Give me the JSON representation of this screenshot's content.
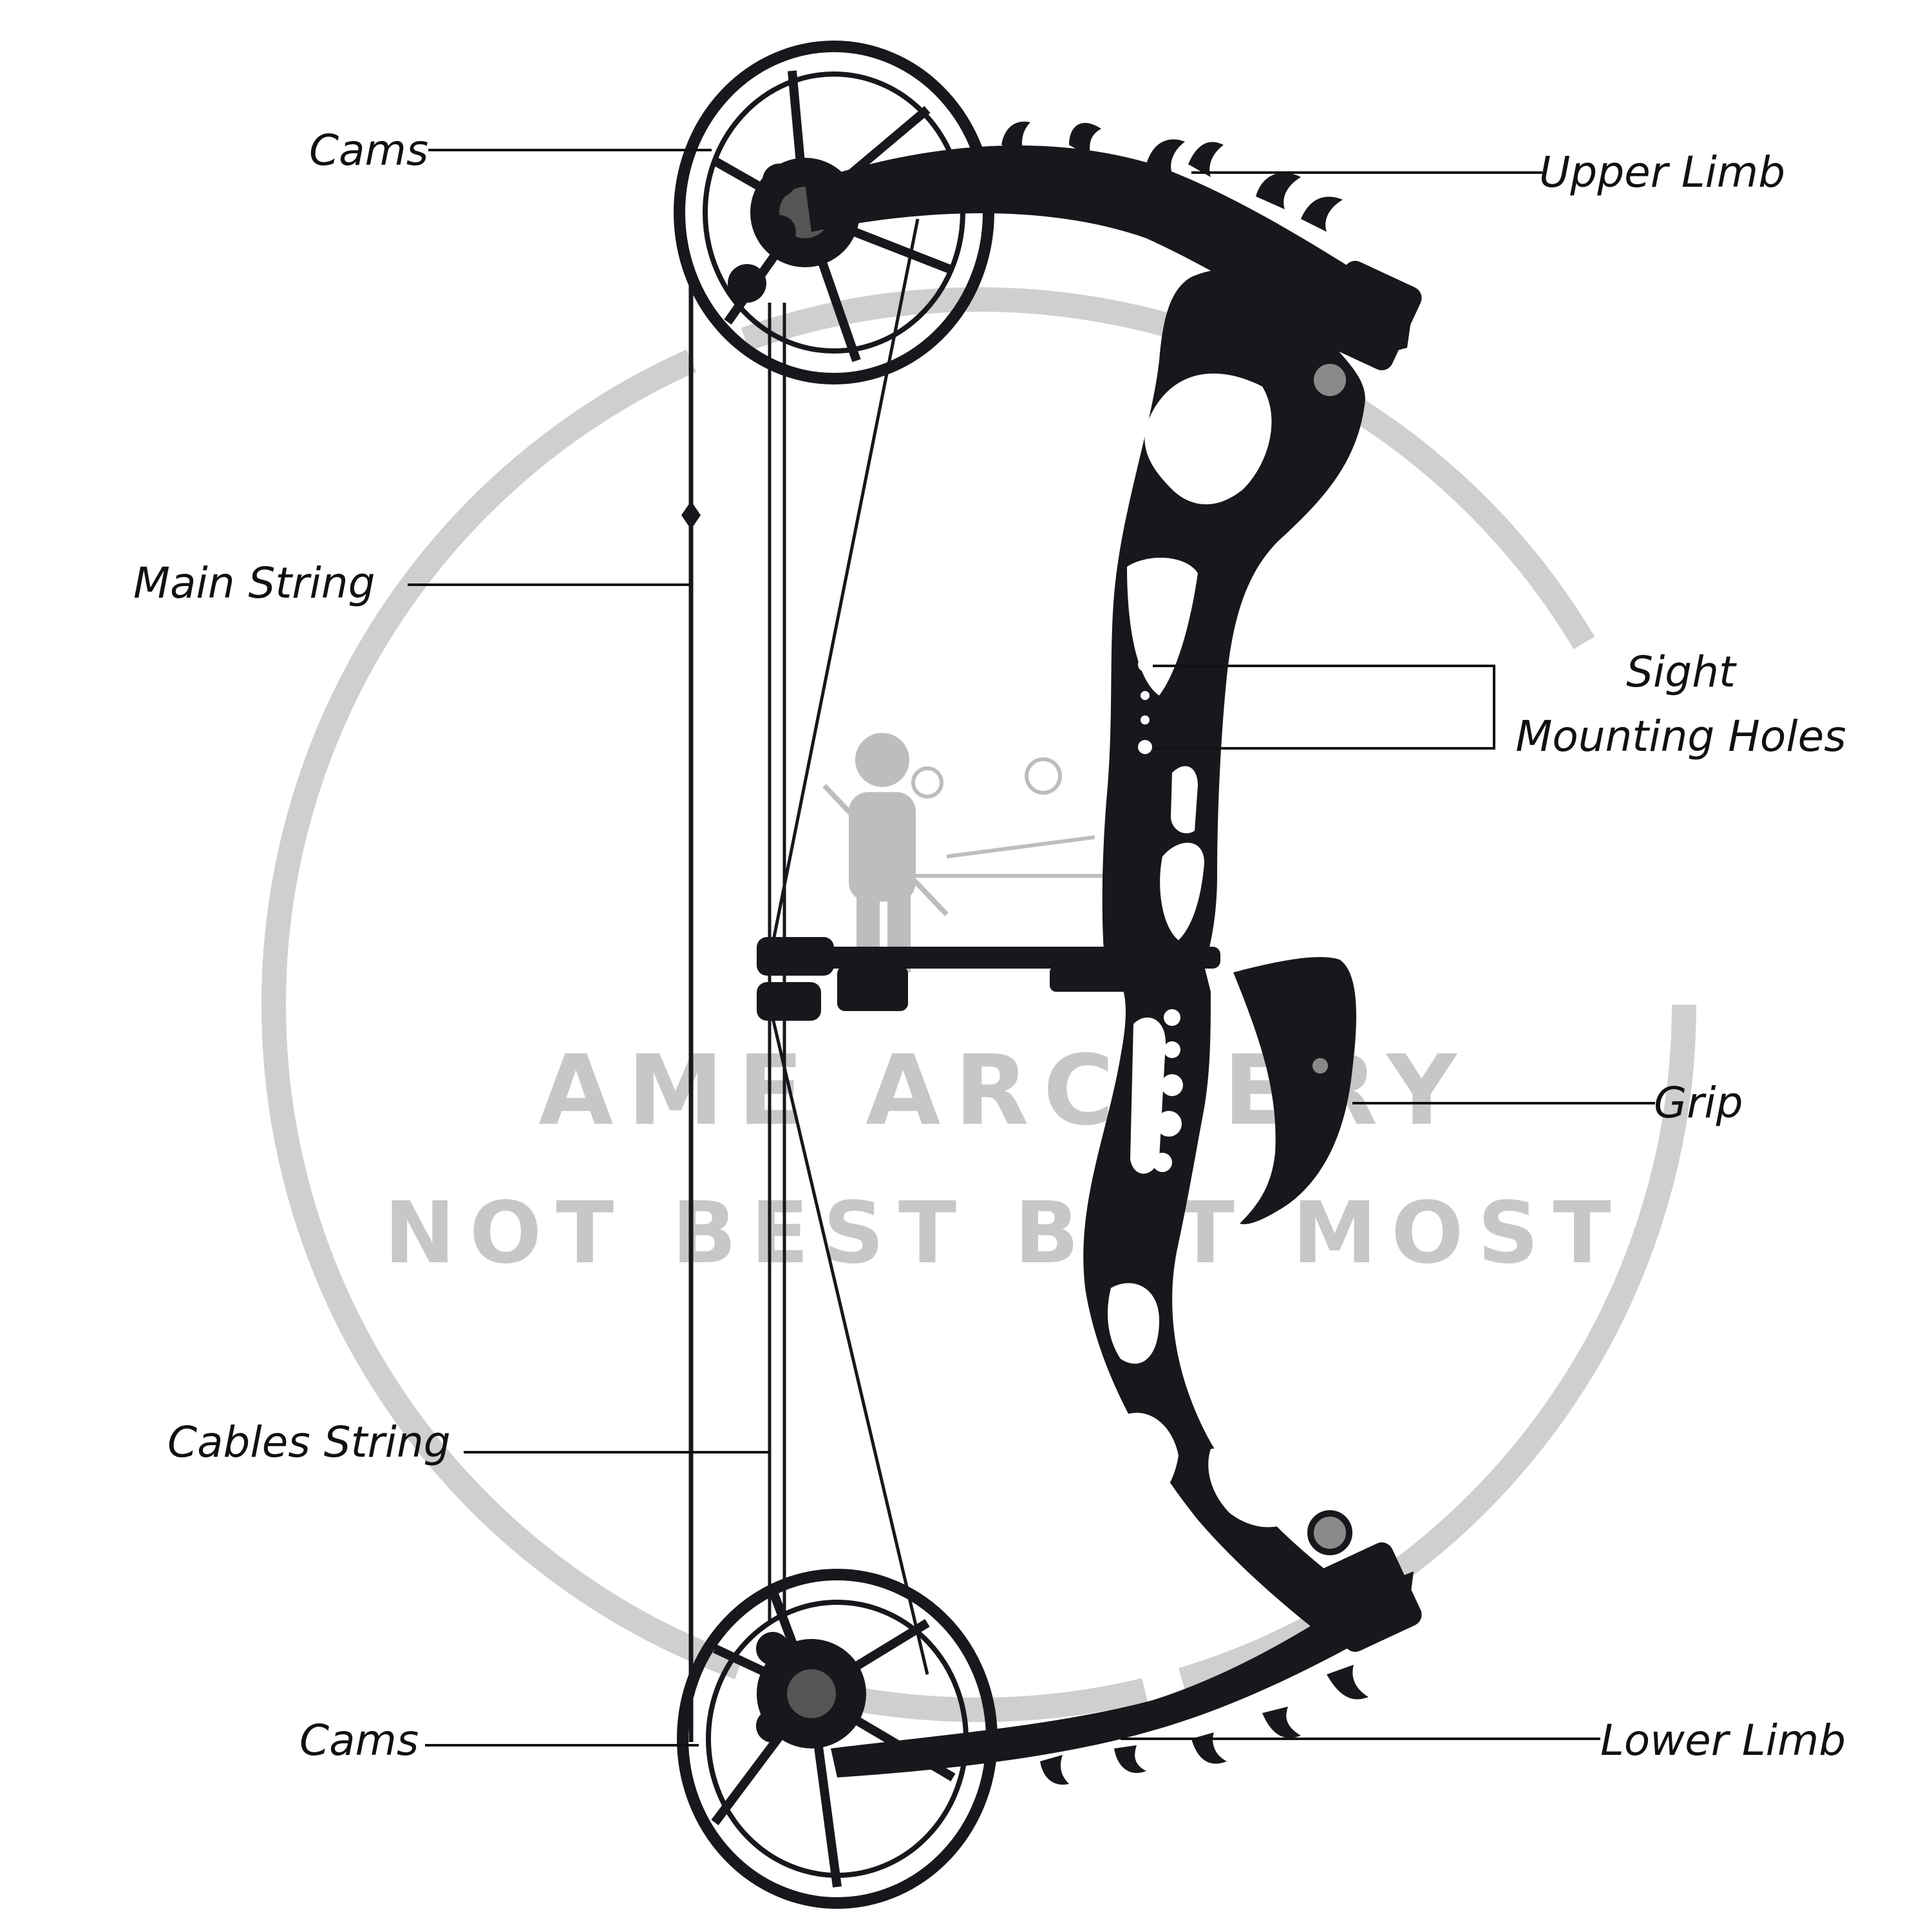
{
  "labels": {
    "cams_top": "Cams",
    "upper_limb": "Upper Limb",
    "main_string": "Main String",
    "sight_line1": "Sight",
    "sight_line2": "Mounting Holes",
    "grip": "Grip",
    "cables_string": "Cables String",
    "cams_bottom": "Cams",
    "lower_limb": "Lower Limb"
  },
  "watermark": {
    "line1": "AME ARCHERY",
    "line2": "NOT BEST BUT MOST"
  },
  "colors": {
    "bow": "#16181c",
    "watermark": "#c7c7c7",
    "text": "#111111"
  }
}
